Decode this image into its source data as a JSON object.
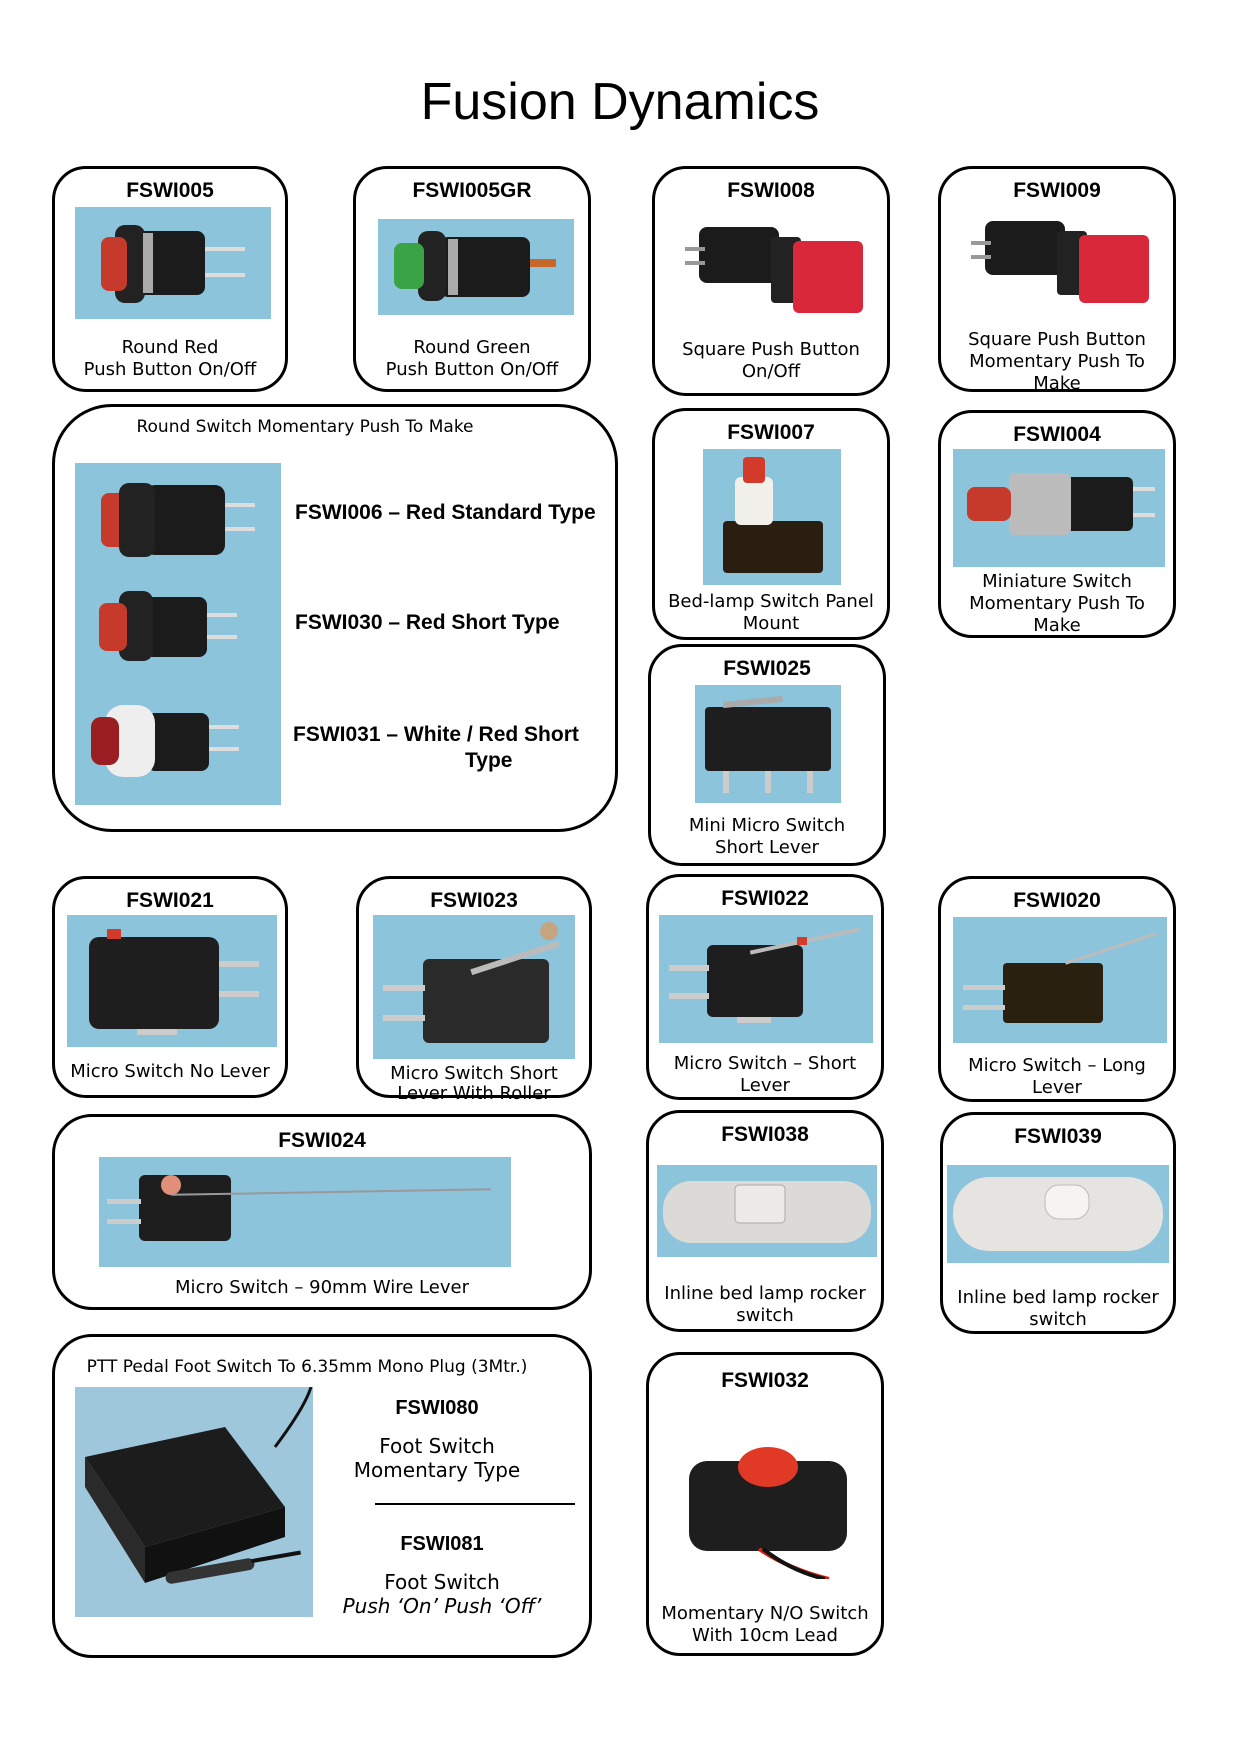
{
  "title": "Fusion Dynamics",
  "cards": {
    "fswi005": {
      "code": "FSWI005",
      "desc": [
        "Round Red",
        "Push Button On/Off"
      ]
    },
    "fswi005gr": {
      "code": "FSWI005GR",
      "desc": [
        "Round Green",
        "Push Button On/Off"
      ]
    },
    "fswi008": {
      "code": "FSWI008",
      "desc": [
        "Square Push Button",
        "On/Off"
      ]
    },
    "fswi009": {
      "code": "FSWI009",
      "desc": [
        "Square Push Button",
        "Momentary Push To",
        "Make"
      ]
    },
    "round_group": {
      "heading": "Round Switch Momentary Push To Make",
      "lines": [
        "FSWI006 – Red Standard Type",
        "FSWI030 – Red Short Type",
        "FSWI031 – White / Red Short",
        "Type"
      ]
    },
    "fswi007": {
      "code": "FSWI007",
      "desc": [
        "Bed-lamp Switch Panel",
        "Mount"
      ]
    },
    "fswi004": {
      "code": "FSWI004",
      "desc": [
        "Miniature Switch",
        "Momentary Push To",
        "Make"
      ]
    },
    "fswi025": {
      "code": "FSWI025",
      "desc": [
        "Mini Micro Switch",
        "Short Lever"
      ]
    },
    "fswi021": {
      "code": "FSWI021",
      "desc": [
        "Micro Switch No Lever"
      ]
    },
    "fswi023": {
      "code": "FSWI023",
      "desc": [
        "Micro Switch Short",
        "Lever With Roller"
      ]
    },
    "fswi022": {
      "code": "FSWI022",
      "desc": [
        "Micro Switch – Short",
        "Lever"
      ]
    },
    "fswi020": {
      "code": "FSWI020",
      "desc": [
        "Micro Switch – Long",
        "Lever"
      ]
    },
    "fswi024": {
      "code": "FSWI024",
      "desc": [
        "Micro Switch – 90mm Wire Lever"
      ]
    },
    "fswi038": {
      "code": "FSWI038",
      "desc": [
        "Inline bed lamp rocker",
        "switch"
      ]
    },
    "fswi039": {
      "code": "FSWI039",
      "desc": [
        "Inline bed lamp rocker",
        "switch"
      ]
    },
    "pedal": {
      "heading": "PTT Pedal Foot Switch To 6.35mm Mono Plug (3Mtr.)",
      "code1": "FSWI080",
      "desc1": [
        "Foot Switch",
        "Momentary Type"
      ],
      "code2": "FSWI081",
      "desc2": [
        "Foot Switch",
        "Push ‘On’ Push ‘Off’"
      ]
    },
    "fswi032": {
      "code": "FSWI032",
      "desc": [
        "Momentary N/O Switch",
        "With 10cm Lead"
      ]
    }
  }
}
